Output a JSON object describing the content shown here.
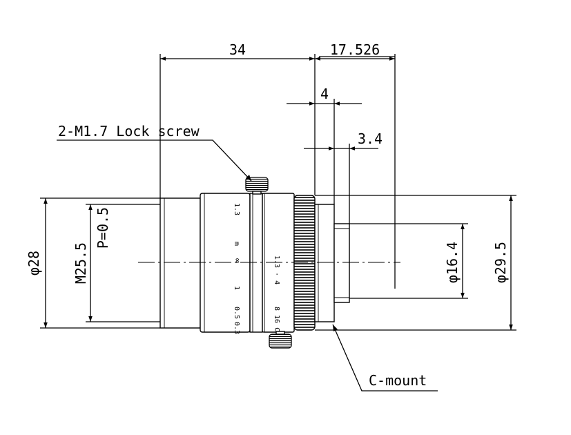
{
  "dimensions": {
    "length_lens": "34",
    "length_back": "17.526",
    "flange_4": "4",
    "flange_34": "3.4",
    "dia_28": "φ28",
    "thread": "M25.5",
    "pitch": "P=0.5",
    "dia_164": "φ16.4",
    "dia_295": "φ29.5"
  },
  "callouts": {
    "lock_screw": "2-M1.7 Lock screw",
    "c_mount": "C-mount"
  },
  "ring_markings": {
    "aperture_top": "1.3",
    "focus_unit": "m",
    "focus_inf": "∞",
    "focus_1": "1",
    "focus_05": "0.5",
    "focus_03": "0.3",
    "iris_scale": "1.3 · 4",
    "iris_scale_2": "8 16 C"
  }
}
